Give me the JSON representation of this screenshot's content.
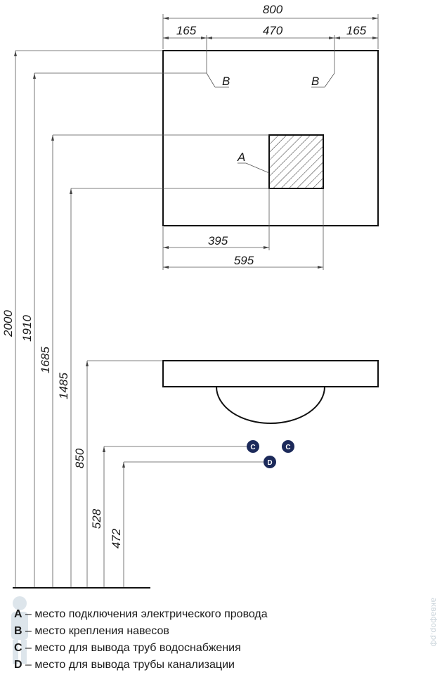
{
  "dimensions": {
    "total_width": "800",
    "top_left_offset": "165",
    "top_middle": "470",
    "top_right_offset": "165",
    "outlet_right_edge": "395",
    "outlet_left_edge": "595",
    "height_total": "2000",
    "height_hanging": "1910",
    "height_outlet_top": "1685",
    "height_outlet_bottom": "1485",
    "height_basin_top": "850",
    "height_water": "528",
    "height_drain": "472"
  },
  "markers": {
    "a": "A",
    "b_left": "B",
    "b_right": "B",
    "c_left": "C",
    "c_right": "C",
    "d": "D"
  },
  "legend": [
    {
      "key": "A",
      "text": " – место подключения электрического провода"
    },
    {
      "key": "B",
      "text": " – место крепления навесов"
    },
    {
      "key": "C",
      "text": " – место для вывода труб водоснабжения"
    },
    {
      "key": "D",
      "text": " – место для вывода трубы канализации"
    }
  ],
  "watermark": "аквафор.рф",
  "colors": {
    "line": "#111111",
    "pin": "#1c2a5a",
    "hatch": "#333333"
  }
}
